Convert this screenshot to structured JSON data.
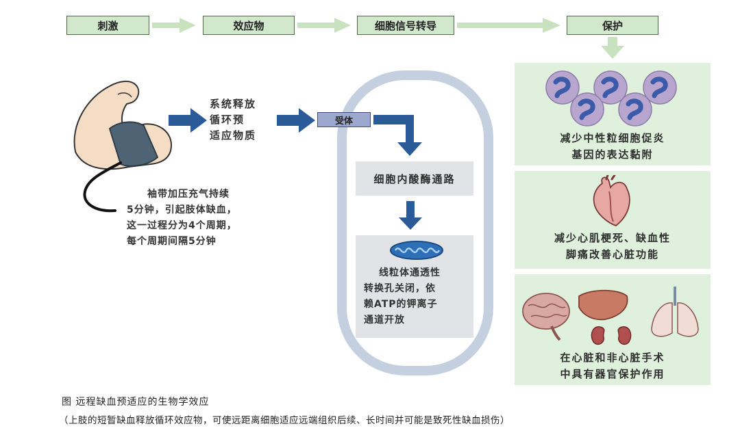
{
  "steps": [
    "刺激",
    "效应物",
    "细胞信号转导",
    "保护"
  ],
  "systemic_release": [
    "系统释放",
    "循环预",
    "适应物质"
  ],
  "cuff_note": [
    "袖带加压充气持续",
    "5分钟，引起肢体缺血，",
    "这一过程分为4个周期，",
    "每个周期间隔5分钟"
  ],
  "receptor_label": "受体",
  "pathway_label": "细胞内酸酶通路",
  "mito_text": [
    "线粒体通透性",
    "转换孔关闭，依",
    "赖ATP的钾离子",
    "通道开放"
  ],
  "protection_panels": [
    {
      "lines": [
        "减少中性粒细胞促炎",
        "基因的表达黏附"
      ]
    },
    {
      "lines": [
        "减少心肌梗死、缺血性",
        "脚痛改善心脏功能"
      ]
    },
    {
      "lines": [
        "在心脏和非心脏手术",
        "中具有器官保护作用"
      ]
    }
  ],
  "caption": {
    "title": "图  远程缺血预适应的生物学效应",
    "subtitle": "（上肢的短暂缺血释放循环效应物，可使远距离细胞适应远端组织后续、长时间并可能是致死性缺血损伤）"
  },
  "colors": {
    "step_fill": "#d2e8cc",
    "step_border": "#4d6a45",
    "flow_arrow": "#c8e2bf",
    "blue_arrow": "#2a5a98",
    "panel_fill": "#dff0dc",
    "cuff": "#4e6474",
    "cell_outer": "#b8a6cf",
    "cell_nucleus": "#3b5aa8",
    "receptor": "#9da8cf"
  }
}
